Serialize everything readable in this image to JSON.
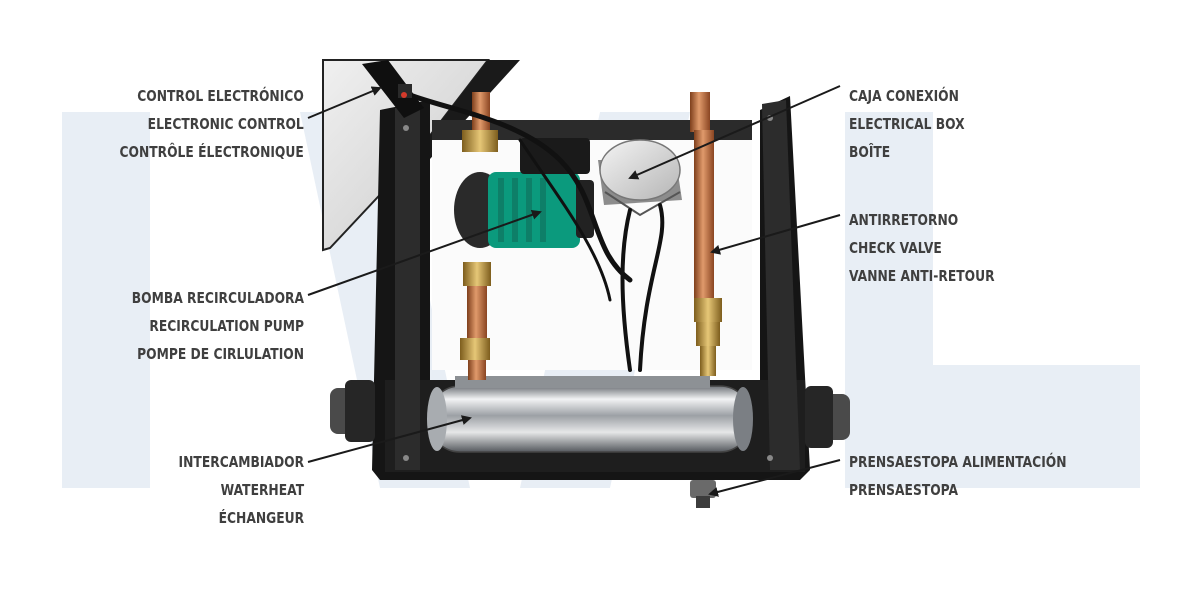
{
  "labels": {
    "control": [
      "CONTROL ELECTRÓNICO",
      "ELECTRONIC CONTROL",
      "CONTRÔLE ÉLECTRONIQUE"
    ],
    "pump": [
      "BOMBA RECIRCULADORA",
      "RECIRCULATION PUMP",
      "POMPE DE CIRLULATION"
    ],
    "exchanger": [
      "INTERCAMBIADOR",
      "WATERHEAT",
      "ÉCHANGEUR"
    ],
    "electrical_box": [
      "CAJA CONEXIÓN",
      "ELECTRICAL BOX",
      "BOÎTE"
    ],
    "check_valve": [
      "ANTIRRETORNO",
      "CHECK VALVE",
      "VANNE ANTI-RETOUR"
    ],
    "gland": [
      "PRENSAESTOPA ALIMENTACIÓN",
      "PRENSAESTOPA"
    ]
  },
  "colors": {
    "watermark": "#e8eef5",
    "frame": "#1c1c1c",
    "pump": "#0b9a7d",
    "copper": "#b5653a",
    "brass": "#c29a43",
    "cylinder": "#c9ccd0",
    "text": "#3f3f3f"
  }
}
